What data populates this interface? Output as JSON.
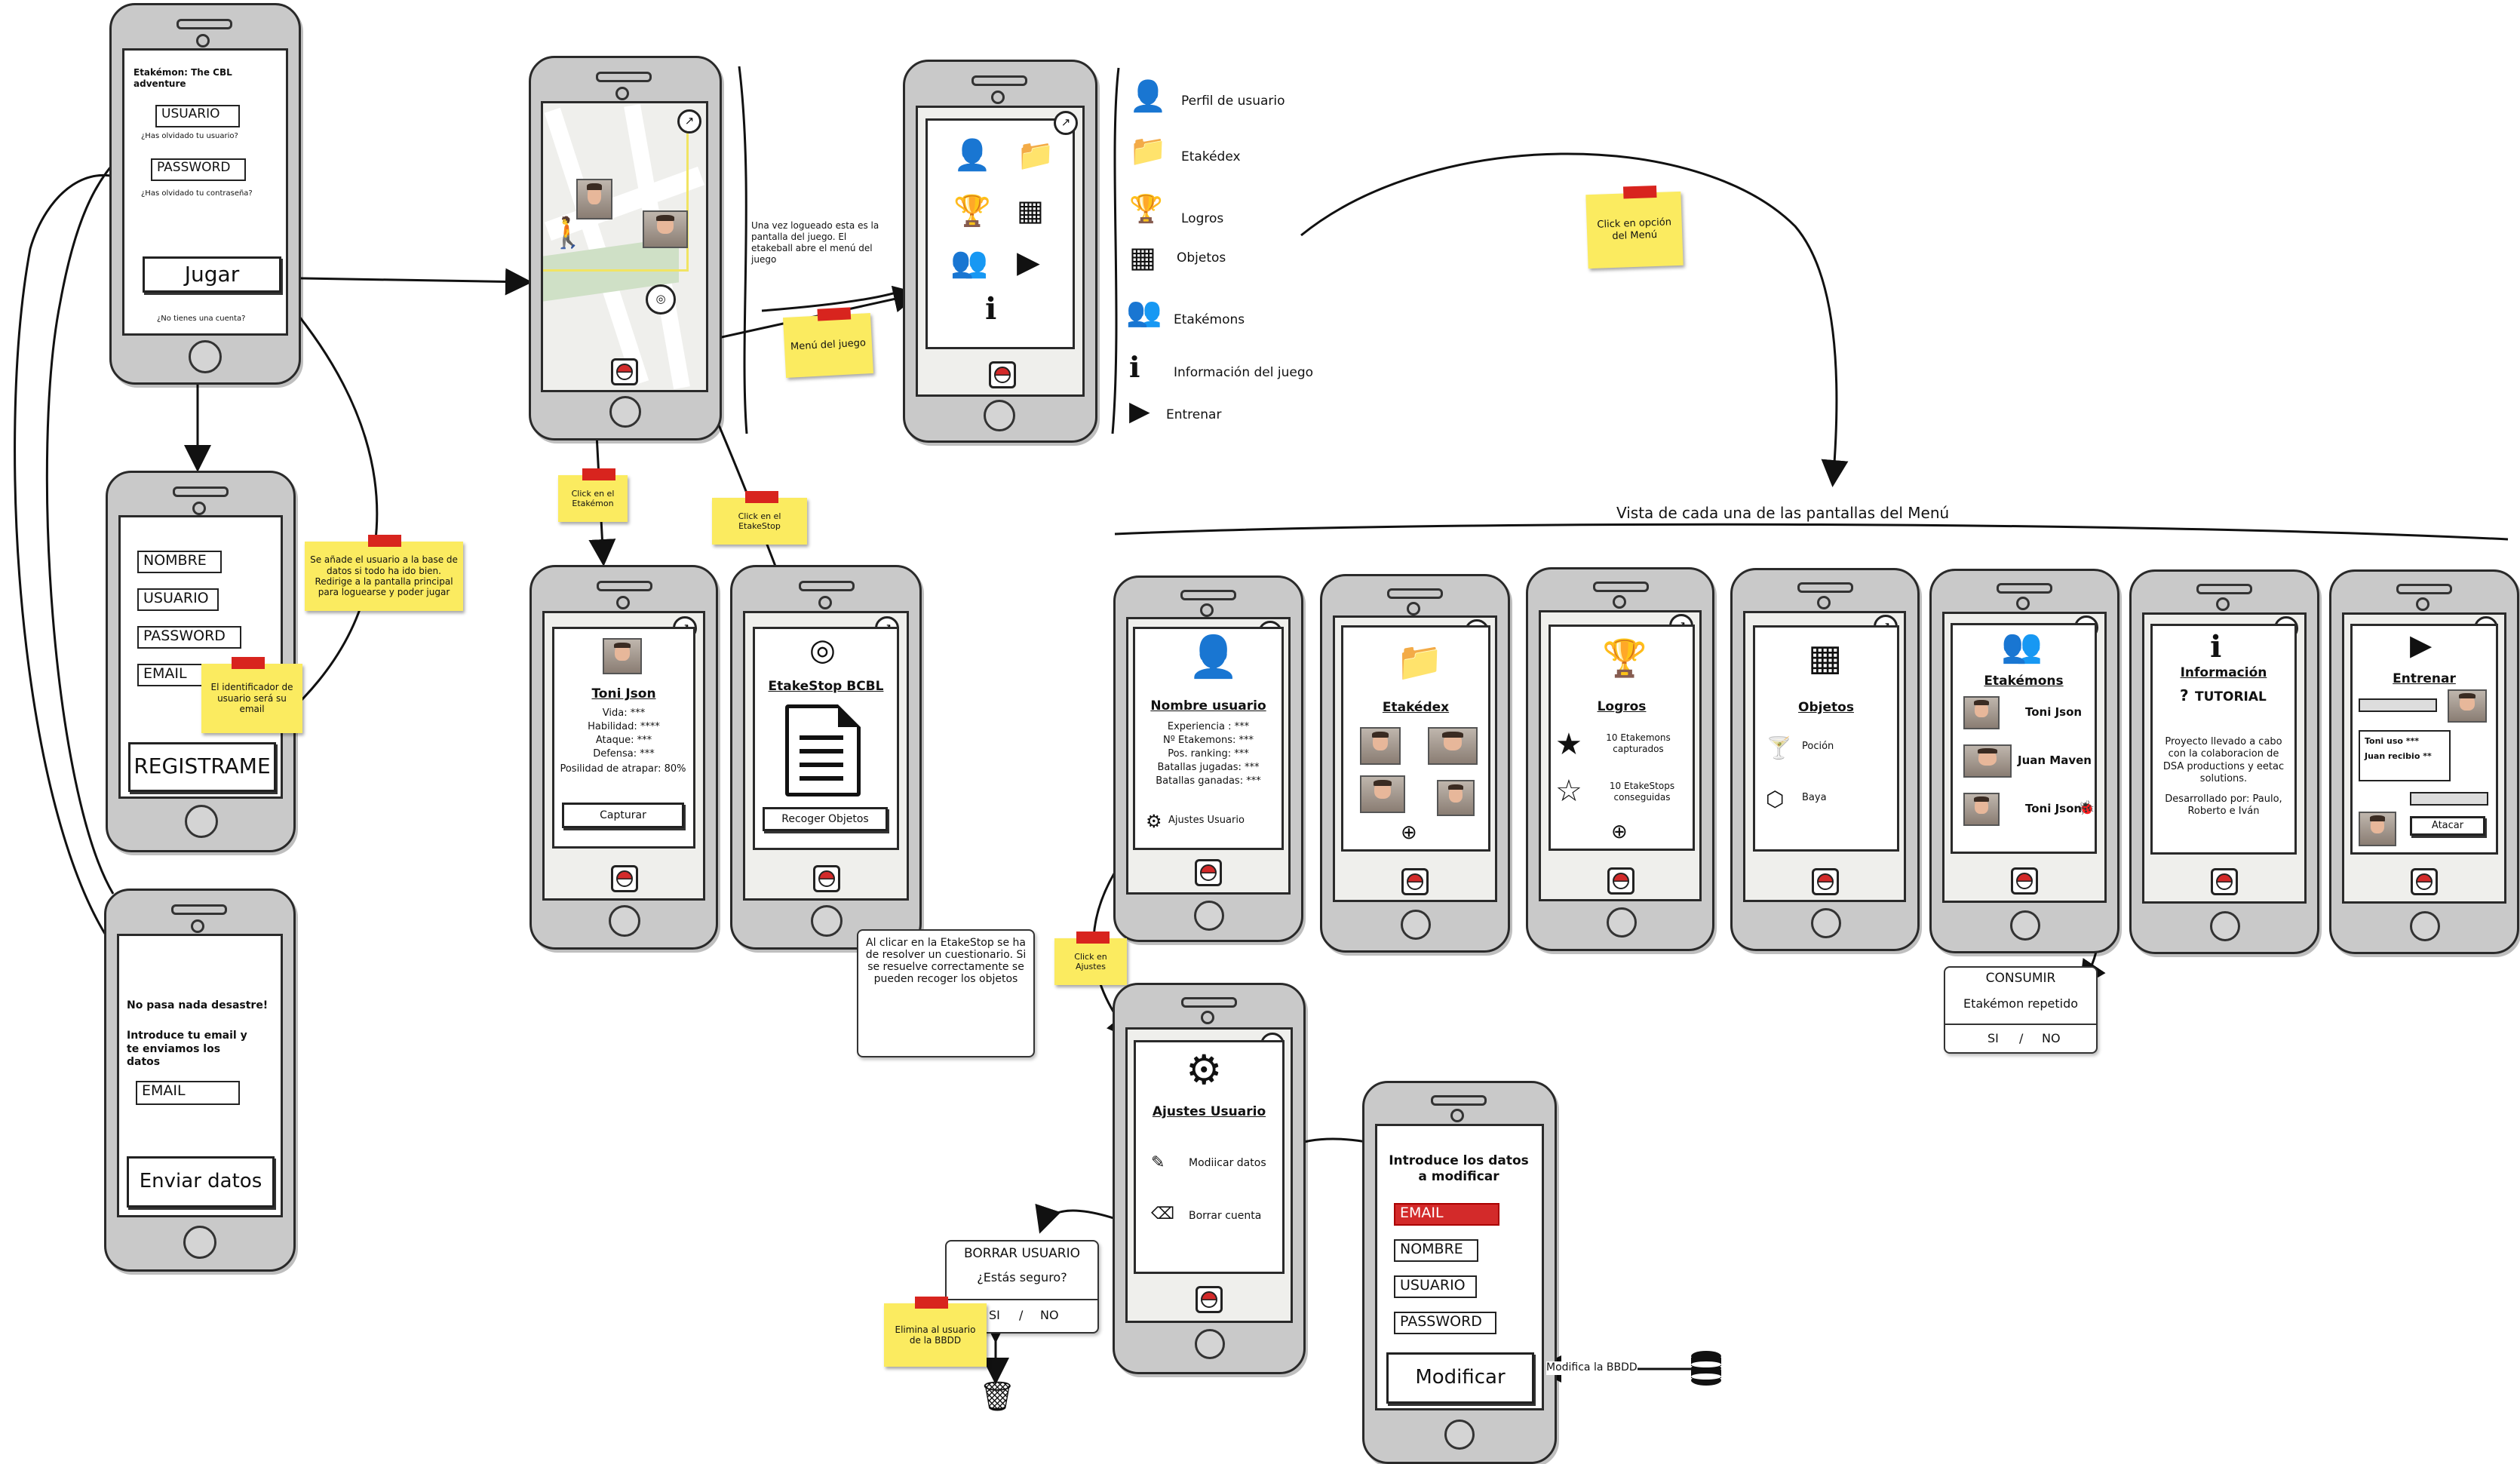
{
  "login": {
    "title": "Etakémon: The CBL adventure",
    "usuario": "USUARIO",
    "forgot_user": "¿Has olvidado tu usuario?",
    "password": "PASSWORD",
    "forgot_pass": "¿Has olvidado tu contraseña?",
    "play": "Jugar",
    "no_account": "¿No tienes una cuenta?"
  },
  "register": {
    "fields": [
      "NOMBRE",
      "USUARIO",
      "PASSWORD",
      "EMAIL"
    ],
    "button": "REGISTRAME"
  },
  "recover": {
    "heading": "No pasa nada desastre!",
    "instructions": "Introduce tu email y te enviamos los datos",
    "email": "EMAIL",
    "button": "Enviar datos"
  },
  "notes": {
    "register_added": "Se añade el usuario a la base de datos si todo ha ido bien. Redirige a la pantalla principal para loguearse y poder jugar",
    "email_id": "El identificador de usuario será su email",
    "click_etakemon": "Click en el Etakémon",
    "click_etakestop": "Click en el EtakeStop",
    "menu_juego": "Menú del juego",
    "click_menu": "Click en opción del Menú",
    "click_ajustes": "Click en Ajustes",
    "elimina_usuario": "Elimina al usuario de la BBDD"
  },
  "main_note": "Una vez logueado esta es la pantalla del juego. El etakeball abre el menú del juego",
  "menu_legend": [
    {
      "icon": "user-icon",
      "label": "Perfil de usuario"
    },
    {
      "icon": "folder-icon",
      "label": "Etakédex"
    },
    {
      "icon": "trophy-icon",
      "label": "Logros"
    },
    {
      "icon": "grid-icon",
      "label": "Objetos"
    },
    {
      "icon": "group-icon",
      "label": "Etakémons"
    },
    {
      "icon": "info-icon",
      "label": "Información del juego"
    },
    {
      "icon": "play-icon",
      "label": "Entrenar"
    }
  ],
  "etakemon_screen": {
    "name": "Toni Json",
    "stats": [
      "Vida: ***",
      "Habilidad: ****",
      "Ataque: ***",
      "Defensa: ***",
      "Posilidad de atrapar: 80%"
    ],
    "button": "Capturar"
  },
  "etakestop_screen": {
    "title": "EtakeStop BCBL",
    "button": "Recoger Objetos"
  },
  "etakestop_bubble": "Al clicar en la EtakeStop se ha de resolver un cuestionario. Si se resuelve correctamente se pueden recoger los objetos",
  "section_title": "Vista de cada una de las pantallas del Menú",
  "profile": {
    "title": "Nombre usuario",
    "stats": [
      "Experiencia : ***",
      "Nº Etakemons: ***",
      "Pos. ranking: ***",
      "Batallas jugadas: ***",
      "Batallas ganadas: ***"
    ],
    "settings": "Ajustes Usuario"
  },
  "etakedex": {
    "title": "Etakédex"
  },
  "logros": {
    "title": "Logros",
    "items": [
      "10 Etakemons capturados",
      "10 EtakeStops conseguidas"
    ]
  },
  "objetos": {
    "title": "Objetos",
    "items": [
      "Poción",
      "Baya"
    ]
  },
  "etakemons": {
    "title": "Etakémons",
    "items": [
      "Toni Json",
      "Juan Maven",
      "Toni Json"
    ]
  },
  "consumir": {
    "title": "CONSUMIR",
    "text": "Etakémon repetido",
    "si": "SI",
    "sep": "/",
    "no": "NO"
  },
  "informacion": {
    "title": "Información",
    "tutorial": "TUTORIAL",
    "text": "Proyecto llevado a cabo con la colaboracion de DSA productions y eetac solutions.",
    "dev": "Desarrollado por: Paulo, Roberto e Iván"
  },
  "entrenar": {
    "title": "Entrenar",
    "line1": "Toni uso ***",
    "line2": "Juan recibio **",
    "button": "Atacar"
  },
  "ajustes": {
    "title": "Ajustes Usuario",
    "modify": "Modiicar datos",
    "delete": "Borrar cuenta"
  },
  "borrar": {
    "title": "BORRAR USUARIO",
    "question": "¿Estás seguro?",
    "si": "SI",
    "sep": "/",
    "no": "NO"
  },
  "modificar": {
    "heading": "Introduce los datos a modificar",
    "fields": [
      "EMAIL",
      "NOMBRE",
      "USUARIO",
      "PASSWORD"
    ],
    "button": "Modificar",
    "bbdd": "Modifica la BBDD"
  }
}
